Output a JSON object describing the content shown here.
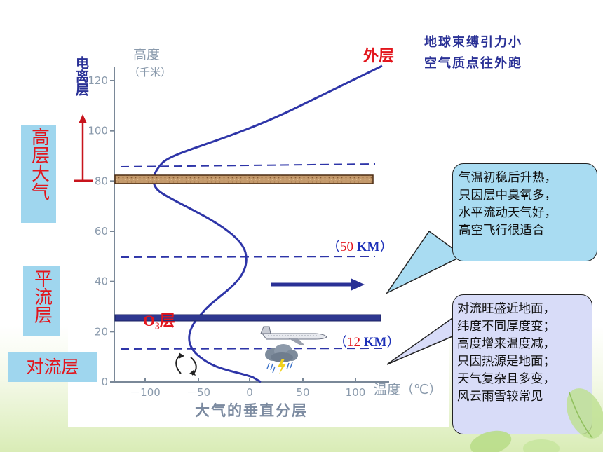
{
  "diagram": {
    "y_axis_title": "高度",
    "y_axis_unit": "（千米）",
    "x_axis_label": "温度（℃）",
    "caption": "大气的垂直分层",
    "y_ticks": [
      "0",
      "20",
      "40",
      "60",
      "80",
      "100",
      "120"
    ],
    "x_ticks": [
      "－100",
      "－50",
      "0",
      "50",
      "100"
    ],
    "outer_label": "外层",
    "ozone_label": "O₃层",
    "km50": {
      "open": "（",
      "value": "50",
      "unit": "KM",
      "close": "）"
    },
    "km12": {
      "open": "（",
      "value": "12",
      "unit": "KM",
      "close": "）"
    }
  },
  "layers": {
    "ionosphere": "电离层",
    "upper": "高层大气",
    "strato": "平流层",
    "tropo": "对流层"
  },
  "notes": {
    "top_right": "地球束缚引力小\n空气质点往外跑",
    "strato_bubble": "气温初稳后升热，\n只因层中臭氧多，\n水平流动天气好，\n高空飞行很适合",
    "tropo_bubble": "对流旺盛近地面，\n纬度不同厚度变；\n高度增来温度减，\n只因热源是地面；\n天气复杂且多变，\n风云雨雪较常见"
  },
  "colors": {
    "curve": "#2e35a8",
    "layer_label": "#e2151c",
    "sidebox": "#9fd6ee",
    "bubble": "#a9dcf2",
    "bubble2": "#d8dcf8",
    "km_blue": "#1c2fb8"
  },
  "icons": [
    "airplane-icon",
    "storm-cloud-icon",
    "convection-arrow-icon",
    "wind-arrow-icon"
  ]
}
